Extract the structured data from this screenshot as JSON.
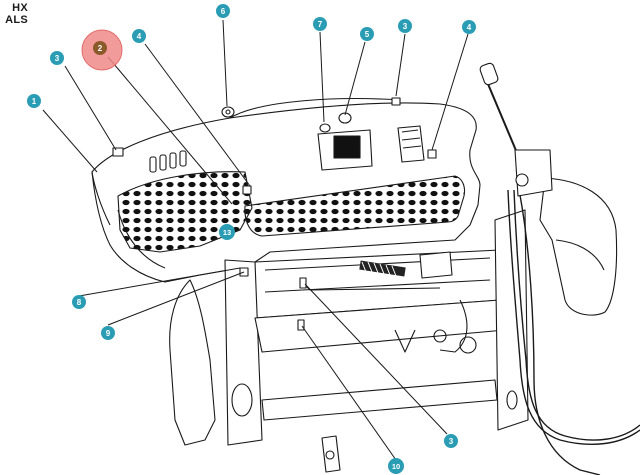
{
  "header": {
    "line1": "HX",
    "line2": "ALS"
  },
  "callouts": [
    {
      "id": "c1",
      "label": "1"
    },
    {
      "id": "c2",
      "label": "2",
      "highlighted": true
    },
    {
      "id": "c3a",
      "label": "3"
    },
    {
      "id": "c4a",
      "label": "4"
    },
    {
      "id": "c6",
      "label": "6"
    },
    {
      "id": "c7",
      "label": "7"
    },
    {
      "id": "c5",
      "label": "5"
    },
    {
      "id": "c3b",
      "label": "3"
    },
    {
      "id": "c4b",
      "label": "4"
    },
    {
      "id": "c13",
      "label": "13"
    },
    {
      "id": "c8",
      "label": "8"
    },
    {
      "id": "c9",
      "label": "9"
    },
    {
      "id": "c3c",
      "label": "3"
    },
    {
      "id": "c10",
      "label": "10"
    }
  ],
  "colors": {
    "callout": "#2a9db5",
    "highlight_fill": "#f08a8a",
    "highlight_dot": "#8b5a2b",
    "line": "#1a1a1a"
  }
}
